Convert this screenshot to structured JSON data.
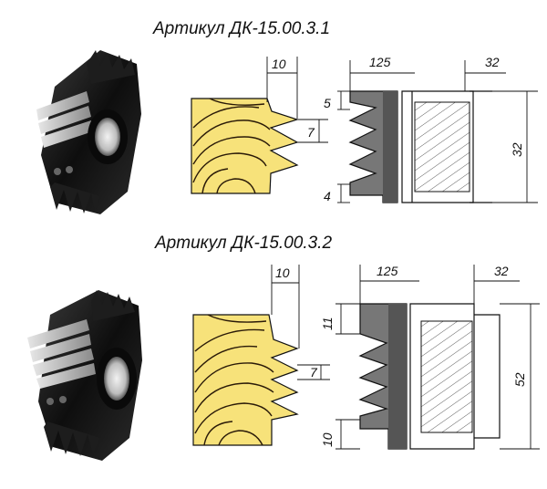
{
  "products": [
    {
      "title": "Артикул ДК-15.00.3.1",
      "dims": {
        "top_profile_depth": "10",
        "pitch": "7",
        "top_edge": "5",
        "bottom_edge": "4",
        "diameter": "125",
        "bore": "32",
        "height": "32"
      }
    },
    {
      "title": "Артикул ДК-15.00.3.2",
      "dims": {
        "top_profile_depth": "10",
        "pitch": "7",
        "top_edge": "11",
        "bottom_edge": "10",
        "diameter": "125",
        "bore": "32",
        "height": "52"
      }
    }
  ],
  "colors": {
    "wood": "#f7e27a",
    "grain": "#2a1a08",
    "cutter_body": "#777777",
    "cutter_dark": "#1a1a1a",
    "steel": "#c9c9c9"
  }
}
